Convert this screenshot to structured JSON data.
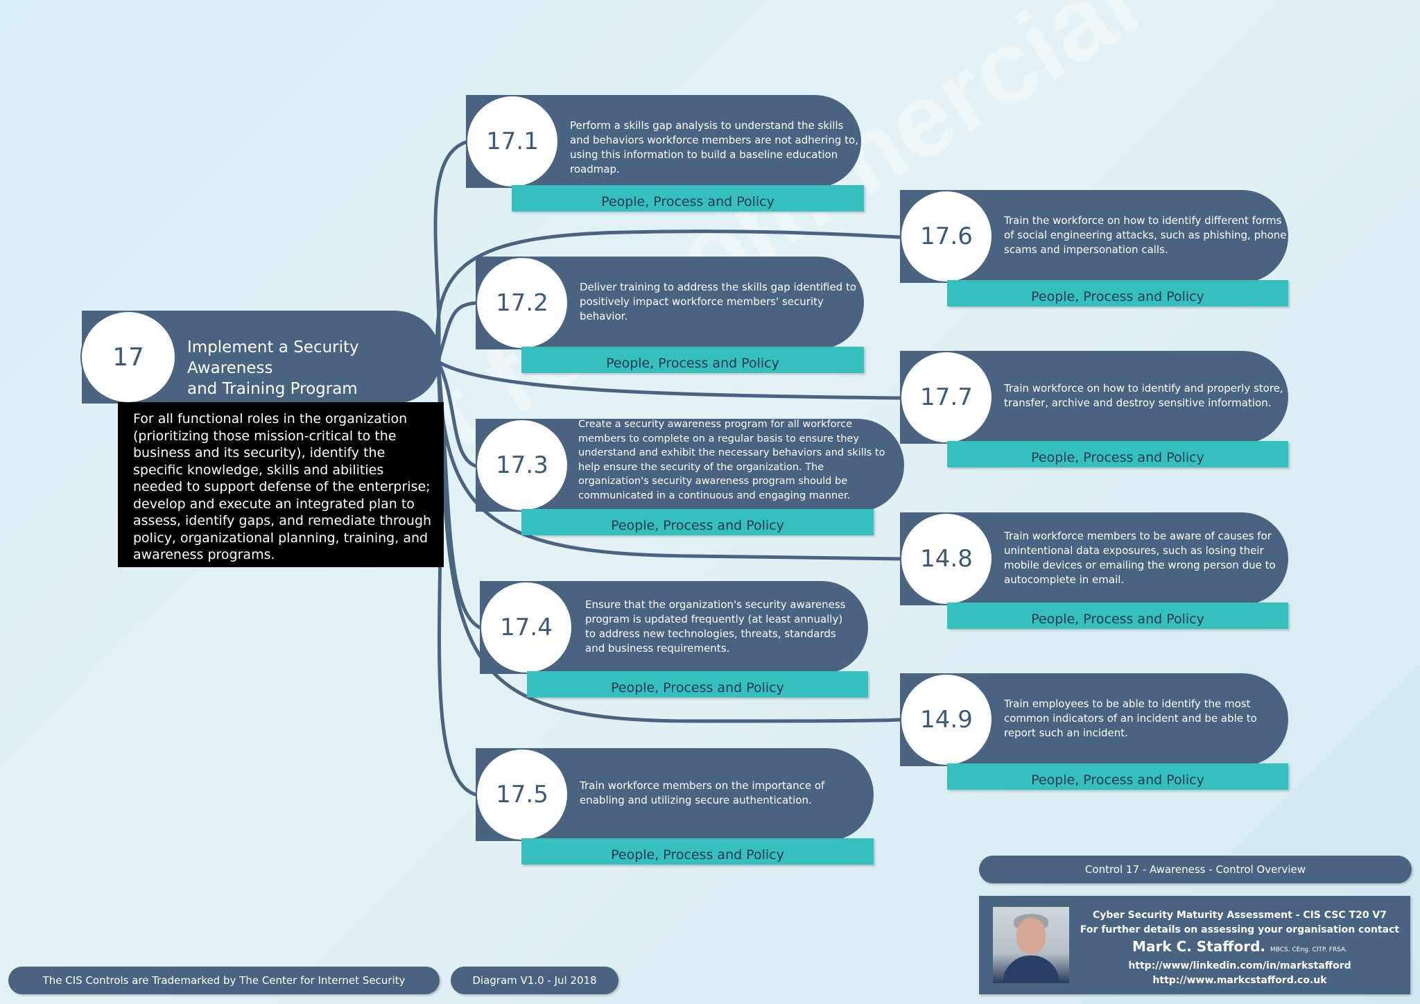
{
  "main": {
    "number": "17",
    "title_line1": "Implement a Security Awareness",
    "title_line2": "and Training Program",
    "description": "For all functional roles in the organization (prioritizing those mission-critical to the business and its security), identify the specific knowledge, skills and abilities needed to support defense of the enterprise; develop and execute an integrated plan to assess, identify gaps, and remediate through policy, organizational planning, training, and awareness programs."
  },
  "nodes": [
    {
      "id": "17.1",
      "text": "Perform a skills gap analysis to understand the skills and behaviors workforce members are not adhering to, using this information to build a baseline education roadmap.",
      "category": "People, Process and Policy"
    },
    {
      "id": "17.2",
      "text": "Deliver training to address the skills gap identified to positively impact workforce members' security behavior.",
      "category": "People, Process and Policy"
    },
    {
      "id": "17.3",
      "text": "Create a security awareness program for all workforce members to complete on a regular basis to ensure they understand and exhibit the necessary behaviors and skills to help ensure the security of the organization. The organization's security awareness program should be communicated in a continuous and engaging manner.",
      "category": "People, Process and Policy"
    },
    {
      "id": "17.4",
      "text": "Ensure that the organization's security awareness program is updated frequently (at least annually) to address new technologies, threats, standards and business requirements.",
      "category": "People, Process and Policy"
    },
    {
      "id": "17.5",
      "text": "Train workforce members on the importance of enabling and utilizing secure authentication.",
      "category": "People, Process and Policy"
    },
    {
      "id": "17.6",
      "text": "Train the workforce on how to identify different forms of social engineering attacks, such as phishing, phone scams and impersonation calls.",
      "category": "People, Process and Policy"
    },
    {
      "id": "17.7",
      "text": "Train workforce on how to identify and properly store, transfer, archive and destroy sensitive information.",
      "category": "People, Process and Policy"
    },
    {
      "id": "14.8",
      "text": "Train workforce members to be aware of causes for unintentional data exposures, such as losing their mobile devices or emailing the wrong person due to autocomplete in email.",
      "category": "People, Process and Policy"
    },
    {
      "id": "14.9",
      "text": "Train employees to be able to identify the most common indicators of an incident and be able to report such an incident.",
      "category": "People, Process and Policy"
    }
  ],
  "footer": {
    "trademark": "The CIS Controls are Trademarked by The Center for Internet Security",
    "version": "Diagram V1.0 - Jul 2018",
    "overview": "Control 17 - Awareness - Control Overview"
  },
  "contact": {
    "line1": "Cyber Security Maturity Assessment - CIS CSC T20 V7",
    "line2": "For further details on assessing your organisation contact",
    "name": "Mark C. Stafford.",
    "quals": "MBCS. CEng. CITP. FRSA.",
    "linkedin": "http://www/linkedin.com/in/markstafford",
    "website": "http://www.markcstafford.co.uk"
  },
  "watermark": "Not for commercial use",
  "colors": {
    "pill": "#4a6380",
    "teal": "#35bfbf",
    "line": "#4a6380",
    "desc_bg": "#000000"
  }
}
